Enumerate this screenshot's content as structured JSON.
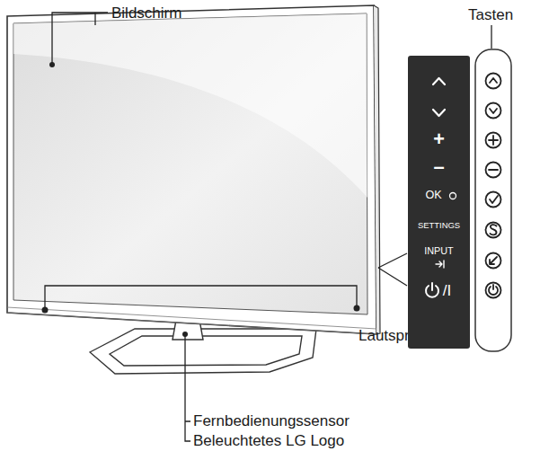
{
  "diagram": {
    "nodes": [
      {
        "text": [
          "+",
          "−",
          "OK",
          "SETTINGS",
          "INPUT",
          "/I"
        ]
      }
    ],
    "labels": [
      "Bildschirm",
      "Tasten",
      "Lautsprecher",
      "Fernbedienungssensor",
      "Beleuchtetes LG Logo"
    ]
  }
}
